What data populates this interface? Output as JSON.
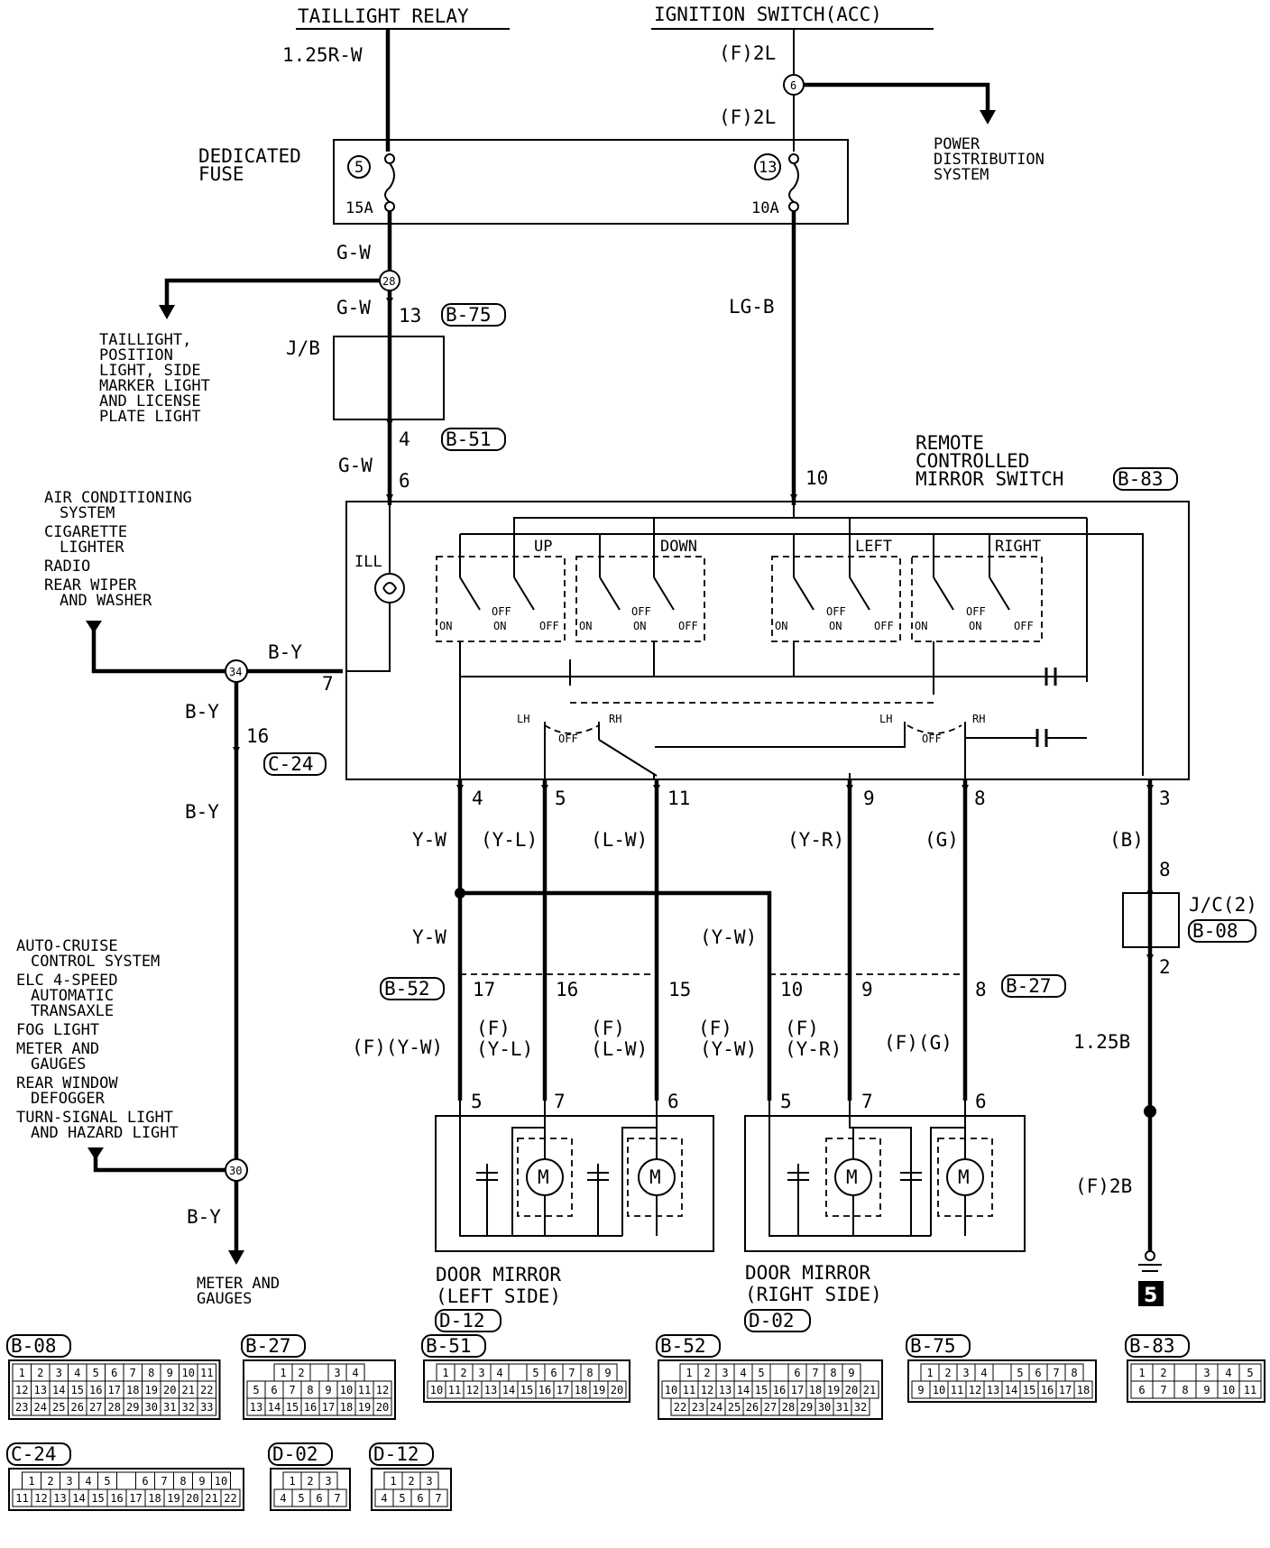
{
  "top": {
    "taillight_relay": "TAILLIGHT RELAY",
    "ignition_switch": "IGNITION SWITCH(ACC)",
    "wire_1_25rw": "1.25R-W",
    "wire_f2l_a": "(F)2L",
    "wire_f2l_b": "(F)2L",
    "node_6": "6",
    "power_distribution": [
      "POWER",
      "DISTRIBUTION",
      "SYSTEM"
    ]
  },
  "fuse": {
    "label": [
      "DEDICATED",
      "FUSE"
    ],
    "left_num": "5",
    "left_amp": "15A",
    "right_num": "13",
    "right_amp": "10A"
  },
  "left_feed": {
    "gw1": "G-W",
    "node_28": "28",
    "gw2": "G-W",
    "pin13": "13",
    "conn_b75": "B-75",
    "jb": "J/B",
    "pin4": "4",
    "conn_b51": "B-51",
    "gw3": "G-W",
    "pin6": "6",
    "taillight_dest": [
      "TAILLIGHT,",
      "POSITION",
      "LIGHT, SIDE",
      "MARKER LIGHT",
      "AND LICENSE",
      "PLATE LIGHT"
    ]
  },
  "right_feed": {
    "lgb": "LG-B",
    "pin10": "10"
  },
  "switch": {
    "title": [
      "REMOTE",
      "CONTROLLED",
      "MIRROR SWITCH"
    ],
    "conn": "B-83",
    "ill": "ILL",
    "groups": [
      "UP",
      "DOWN",
      "LEFT",
      "RIGHT"
    ],
    "on": "ON",
    "off": "OFF",
    "lh": "LH",
    "rh": "RH",
    "pin7": "7"
  },
  "ill_circuit": {
    "by1": "B-Y",
    "node_34": "34",
    "by2": "B-Y",
    "pin16": "16",
    "conn_c24": "C-24",
    "by3": "B-Y",
    "node_30": "30",
    "by4": "B-Y",
    "dest_top": [
      "AIR CONDITIONING",
      "SYSTEM",
      "CIGARETTE",
      "LIGHTER",
      "RADIO",
      "REAR WIPER",
      "AND WASHER"
    ],
    "dest_mid": [
      "AUTO-CRUISE",
      "CONTROL SYSTEM",
      "ELC 4-SPEED",
      "AUTOMATIC",
      "TRANSAXLE",
      "FOG LIGHT",
      "METER AND",
      "GAUGES",
      "REAR WINDOW",
      "DEFOGGER",
      "TURN-SIGNAL LIGHT",
      "AND HAZARD LIGHT"
    ],
    "dest_bottom": [
      "METER AND",
      "GAUGES"
    ]
  },
  "outputs": {
    "pins": [
      "4",
      "5",
      "11",
      "9",
      "8",
      "3"
    ],
    "wires": [
      "Y-W",
      "(Y-L)",
      "(L-W)",
      "(Y-R)",
      "(G)",
      "(B)"
    ],
    "yw_left": "Y-W",
    "yw_right": "(Y-W)",
    "conn_b52": "B-52",
    "conn_b27": "B-27",
    "b52_pins": [
      "17",
      "16",
      "15"
    ],
    "b27_pins": [
      "10",
      "9",
      "8"
    ],
    "f_wires_left": [
      "(F)(Y-W)",
      "(F)",
      "(Y-L)",
      "(F)",
      "(L-W)"
    ],
    "f_wires_right": [
      "(F)",
      "(Y-W)",
      "(F)",
      "(Y-R)",
      "(F)(G)"
    ],
    "mirror_pins_left": [
      "5",
      "7",
      "6"
    ],
    "mirror_pins_right": [
      "5",
      "7",
      "6"
    ]
  },
  "mirrors": {
    "left": {
      "title": [
        "DOOR MIRROR",
        "(LEFT SIDE)"
      ],
      "conn": "D-12"
    },
    "right": {
      "title": [
        "DOOR MIRROR",
        "(RIGHT SIDE)"
      ],
      "conn": "D-02"
    },
    "motor": "M"
  },
  "ground": {
    "pin8": "8",
    "jc": [
      "J/C(2)"
    ],
    "conn_b08": "B-08",
    "pin2": "2",
    "wire_125b": "1.25B",
    "wire_f2b": "(F)2B",
    "ground_no": "5"
  },
  "connectors": [
    {
      "id": "B-08",
      "rows": [
        [
          "1",
          "2",
          "3",
          "4",
          "5",
          "6",
          "7",
          "8",
          "9",
          "10",
          "11"
        ],
        [
          "12",
          "13",
          "14",
          "15",
          "16",
          "17",
          "18",
          "19",
          "20",
          "21",
          "22"
        ],
        [
          "23",
          "24",
          "25",
          "26",
          "27",
          "28",
          "29",
          "30",
          "31",
          "32",
          "33"
        ]
      ]
    },
    {
      "id": "B-27",
      "rows": [
        [
          "1",
          "2",
          "",
          "3",
          "4"
        ],
        [
          "5",
          "6",
          "7",
          "8",
          "9",
          "10",
          "11",
          "12"
        ],
        [
          "13",
          "14",
          "15",
          "16",
          "17",
          "18",
          "19",
          "20"
        ]
      ]
    },
    {
      "id": "B-51",
      "rows": [
        [
          "1",
          "2",
          "3",
          "4",
          "",
          "5",
          "6",
          "7",
          "8",
          "9"
        ],
        [
          "10",
          "11",
          "12",
          "13",
          "14",
          "15",
          "16",
          "17",
          "18",
          "19",
          "20"
        ]
      ]
    },
    {
      "id": "B-52",
      "rows": [
        [
          "1",
          "2",
          "3",
          "4",
          "5",
          "",
          "6",
          "7",
          "8",
          "9"
        ],
        [
          "10",
          "11",
          "12",
          "13",
          "14",
          "15",
          "16",
          "17",
          "18",
          "19",
          "20",
          "21"
        ],
        [
          "22",
          "23",
          "24",
          "25",
          "26",
          "27",
          "28",
          "29",
          "30",
          "31",
          "32"
        ]
      ]
    },
    {
      "id": "B-75",
      "rows": [
        [
          "1",
          "2",
          "3",
          "4",
          "",
          "5",
          "6",
          "7",
          "8"
        ],
        [
          "9",
          "10",
          "11",
          "12",
          "13",
          "14",
          "15",
          "16",
          "17",
          "18"
        ]
      ]
    },
    {
      "id": "B-83",
      "rows": [
        [
          "1",
          "2",
          "",
          "3",
          "4",
          "5"
        ],
        [
          "6",
          "7",
          "8",
          "9",
          "10",
          "11"
        ]
      ]
    },
    {
      "id": "C-24",
      "rows": [
        [
          "1",
          "2",
          "3",
          "4",
          "5",
          "",
          "6",
          "7",
          "8",
          "9",
          "10"
        ],
        [
          "11",
          "12",
          "13",
          "14",
          "15",
          "16",
          "17",
          "18",
          "19",
          "20",
          "21",
          "22"
        ]
      ]
    },
    {
      "id": "D-02",
      "rows": [
        [
          "1",
          "2",
          "3"
        ],
        [
          "4",
          "5",
          "6",
          "7"
        ]
      ]
    },
    {
      "id": "D-12",
      "rows": [
        [
          "1",
          "2",
          "3"
        ],
        [
          "4",
          "5",
          "6",
          "7"
        ]
      ]
    }
  ]
}
